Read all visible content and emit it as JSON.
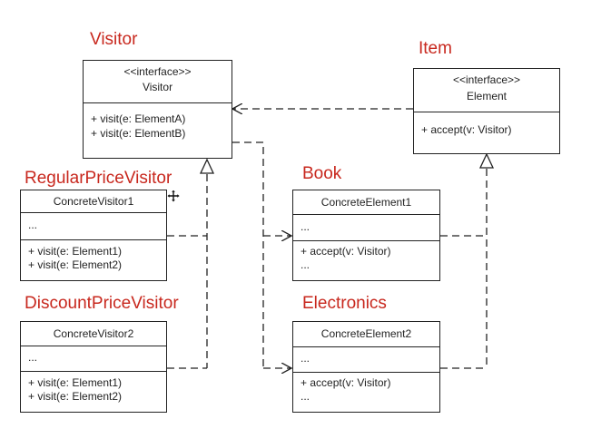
{
  "labels": {
    "visitor": "Visitor",
    "item": "Item",
    "regular": "RegularPriceVisitor",
    "book": "Book",
    "discount": "DiscountPriceVisitor",
    "electronics": "Electronics"
  },
  "colors": {
    "label_red": "#c8281e",
    "line": "#222222"
  },
  "boxes": {
    "visitor_iface": {
      "stereotype": "<<interface>>",
      "name": "Visitor",
      "methods": [
        "+ visit(e: ElementA)",
        "+ visit(e: ElementB)"
      ]
    },
    "element_iface": {
      "stereotype": "<<interface>>",
      "name": "Element",
      "methods": [
        "+ accept(v: Visitor)"
      ]
    },
    "concrete_visitor1": {
      "name": "ConcreteVisitor1",
      "fields": "...",
      "methods": [
        "+ visit(e: Element1)",
        "+ visit(e: Element2)"
      ]
    },
    "concrete_visitor2": {
      "name": "ConcreteVisitor2",
      "fields": "...",
      "methods": [
        "+ visit(e: Element1)",
        "+ visit(e: Element2)"
      ]
    },
    "concrete_element1": {
      "name": "ConcreteElement1",
      "fields": "...",
      "methods": [
        "+ accept(v: Visitor)",
        "..."
      ]
    },
    "concrete_element2": {
      "name": "ConcreteElement2",
      "fields": "...",
      "methods": [
        "+ accept(v: Visitor)",
        "..."
      ]
    }
  },
  "icons": {
    "cursor": "move-cursor-icon"
  }
}
